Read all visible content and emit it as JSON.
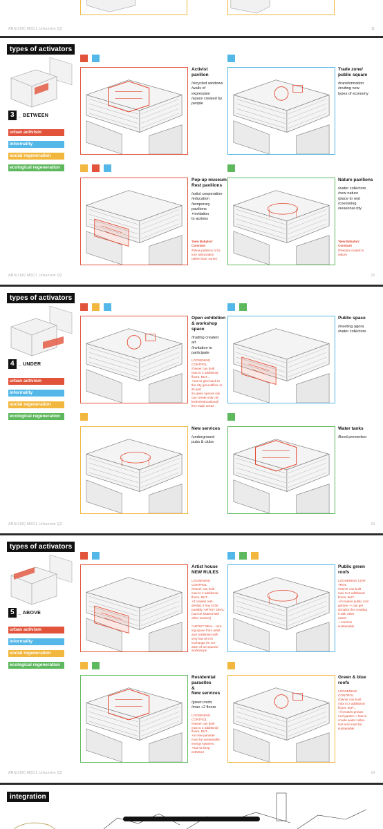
{
  "colors": {
    "urban_activism": "#e2533b",
    "informality": "#53b8e8",
    "social_regeneration": "#f2b73f",
    "ecological_regeneration": "#5db85e"
  },
  "header_label": "types of activators",
  "legend": [
    "urban activism",
    "informality",
    "social regeneration",
    "ecological regeneration"
  ],
  "footer_text": "ARIU100) MSC1 Urbanism Q2",
  "top_page": {
    "page_num": "11"
  },
  "sections": [
    {
      "number": "3",
      "label": "_ BETWEEN",
      "page_num": "12",
      "cards": [
        {
          "title": "Activist\npavilion",
          "desc": "/recycled windows\n/walls of\nexpression\n/space created by\npeople",
          "note": "",
          "quote": "",
          "quote_sub": "",
          "squares": [
            "urban_activism",
            "informality"
          ],
          "frame": "urban_activism"
        },
        {
          "title": "Trade zone/\npublic square",
          "desc": "/transformation\n/inviting new\ntypes of economy",
          "note": "",
          "quote": "",
          "quote_sub": "",
          "squares": [
            "informality"
          ],
          "frame": "informality"
        },
        {
          "title": "Pop-up museum\nRest pavilions",
          "desc": "/artist cooperation\n/education\n/temporary\npavilions\n+invitation\nto actions",
          "note": "",
          "quote": "'New Babylon'\nConstant",
          "quote_sub": "/follow patterns of fu-\nture association\nrather than 'zones'",
          "squares": [
            "social_regeneration",
            "urban_activism",
            "informality"
          ],
          "frame": "urban_activism"
        },
        {
          "title": "Nature pavilions",
          "desc": "/water collectors\n/new nature\n/place to rest\n/coexisting\n/seasonal city",
          "note": "",
          "quote": "'New Babylon'\nConstant",
          "quote_sub": "/freedom rooted in\nnature",
          "squares": [
            "ecological_regeneration"
          ],
          "frame": "ecological_regeneration"
        }
      ]
    },
    {
      "number": "4",
      "label": "_ UNDER",
      "page_num": "13",
      "cards": [
        {
          "title": "Open exhibition\n& workshop\nspace",
          "desc": "/trading created\nart\n/invitation to\nparticipate",
          "note": "LOOSENING\nCONTROL\n/Owner can built\nmax to 2 additional\nfloors, BUT...\n+has to give back to\nthe city groundfloor or\nits part\n/in given spaces city\ncan create only col-\nlective/educational/\nfree trade areas",
          "quote": "",
          "quote_sub": "",
          "squares": [
            "urban_activism",
            "social_regeneration",
            "informality"
          ],
          "frame": "urban_activism"
        },
        {
          "title": "Public space",
          "desc": "/meeting agora\n/water collectors",
          "note": "",
          "quote": "",
          "quote_sub": "",
          "squares": [
            "informality",
            "ecological_regeneration"
          ],
          "frame": "informality"
        },
        {
          "title": "New services",
          "desc": "/underground\npubs & clubs",
          "note": "",
          "quote": "",
          "quote_sub": "",
          "squares": [
            "social_regeneration"
          ],
          "frame": "social_regeneration"
        },
        {
          "title": "Water tanks",
          "desc": "/flood prevention",
          "note": "",
          "quote": "",
          "quote_sub": "",
          "squares": [
            "ecological_regeneration"
          ],
          "frame": "ecological_regeneration"
        }
      ]
    },
    {
      "number": "5",
      "label": "_ ABOVE",
      "page_num": "14",
      "cards": [
        {
          "title": "Artist house\nNEW RULES",
          "desc": "",
          "note": "LOOSENING\nCONTROL\n/Owner can built\nmax to 2 additional\nfloors, BUT...\n+if creates rest-\ndential, it has to be\npartially 'ARTIST DEAL'\n(can be shared with\nother owners)\n\n*ARTIST DEAL - rent-\ning space from artist\nand craftsmen with\nvery low rent in\nexchange for cre-\nation of art spaces/\nworkshops",
          "quote": "",
          "quote_sub": "",
          "squares": [
            "urban_activism",
            "informality"
          ],
          "frame": "urban_activism"
        },
        {
          "title": "Public green\nroofs",
          "desc": "",
          "note": "LOOSENING CON-\nTROL\n/Owner can built\nmax to 2 additional\nfloors, BUT...\n+if creates public roof\ngarden -> can get\ndonation for creating\nit with other\nowner\n+ must be\nsustainable",
          "quote": "",
          "quote_sub": "",
          "squares": [
            "informality",
            "ecological_regeneration",
            "social_regeneration"
          ],
          "frame": "informality"
        },
        {
          "title": "Residential\nparasites\n&\nNew services",
          "desc": "/green roofs\n/max +2 floors",
          "note": "LOOSENING\nCONTROL\n/Owner can built\nmax to 2 additional\nfloors, BUT...\n+in new parasite\nmust be sustainable\nenergy systems\n+has to keep\nesthetics",
          "quote": "",
          "quote_sub": "",
          "squares": [
            "social_regeneration",
            "ecological_regeneration"
          ],
          "frame": "ecological_regeneration"
        },
        {
          "title": "Green & blue\nroofs",
          "desc": "",
          "note": "LOOSENING\nCONTROL\n/Owner can built\nmax to 2 additional\nfloors, BUT...\n+if creates private\nroof garden + has to\ncreate water collec-\ntors and must be\nsustainable",
          "quote": "",
          "quote_sub": "",
          "squares": [
            "social_regeneration"
          ],
          "frame": "social_regeneration"
        }
      ]
    }
  ],
  "integration_label": "integration"
}
